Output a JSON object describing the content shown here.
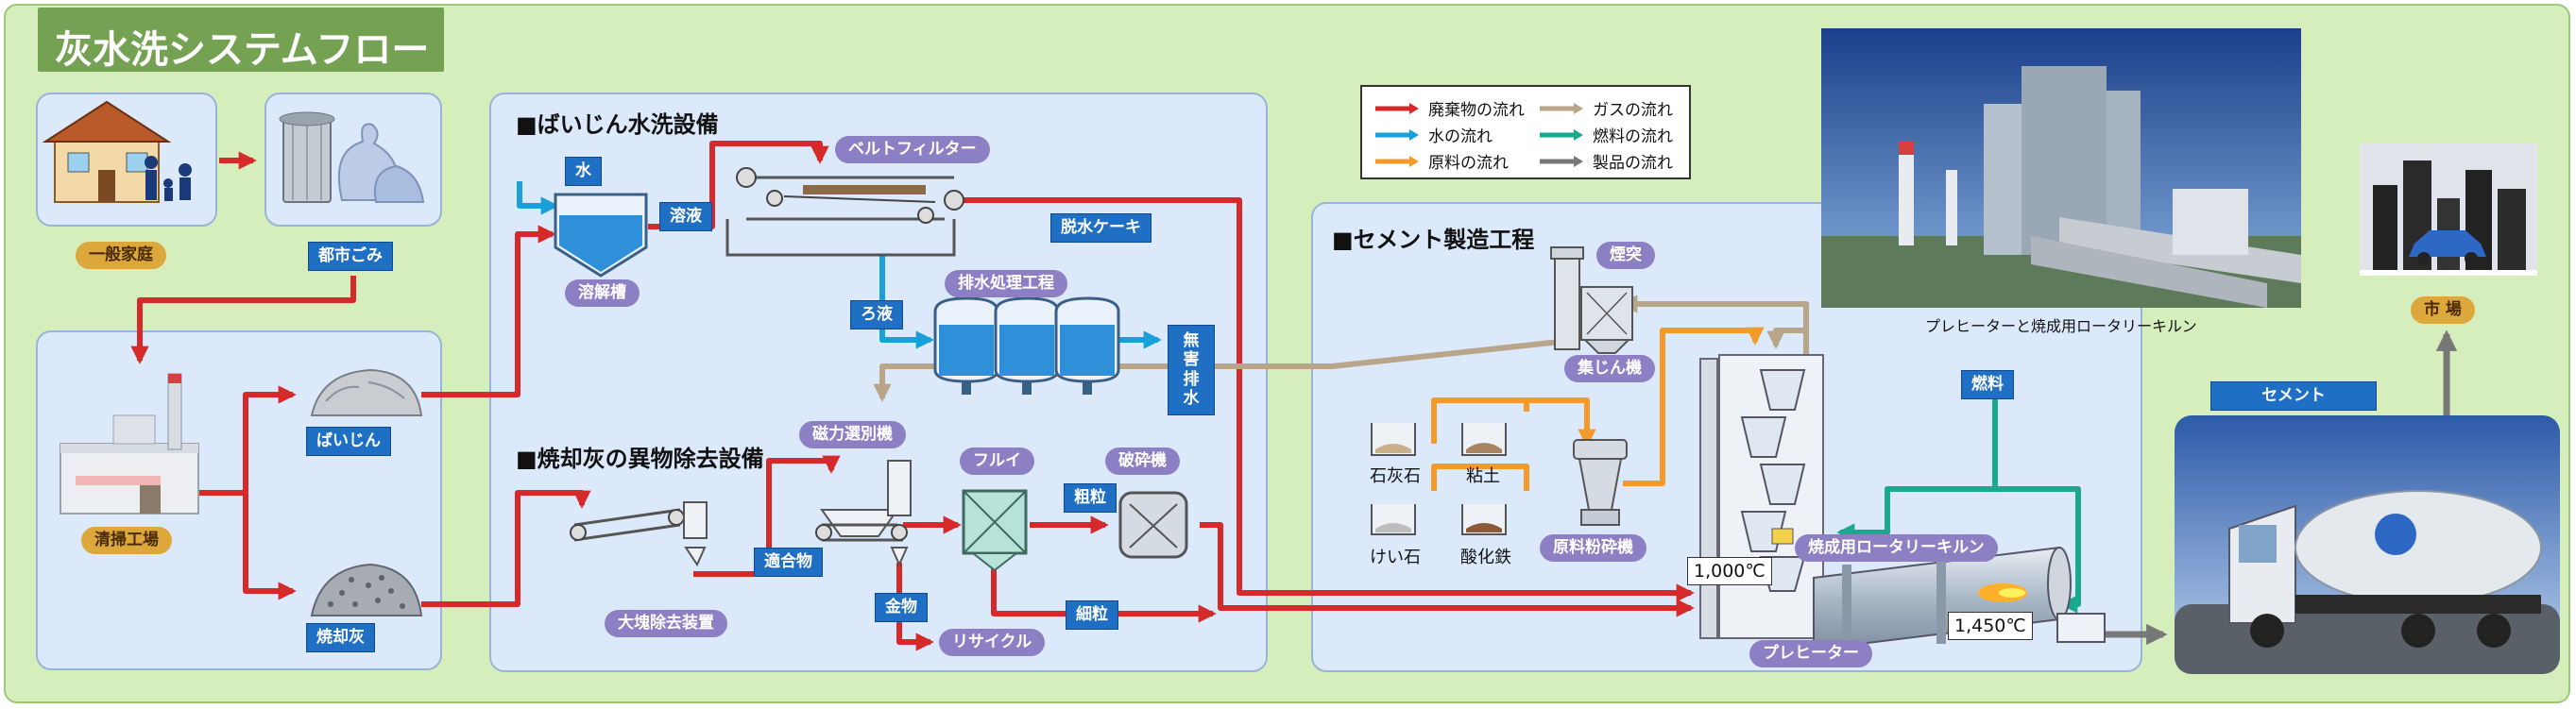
{
  "title": "灰水洗システムフロー",
  "sections": {
    "ash_wash": "■ばいじん水洗設備",
    "foreign_removal": "■焼却灰の異物除去設備",
    "cement": "■セメント製造工程"
  },
  "labels": {
    "household": "一般家庭",
    "garbage": "都市ごみ",
    "plant": "清掃工場",
    "fly_ash": "ばいじん",
    "incin_ash": "焼却灰",
    "water": "水",
    "dissolve_tank": "溶解槽",
    "solution": "溶液",
    "belt_filter": "ベルトフィルター",
    "dewatered_cake": "脱水ケーキ",
    "filtrate": "ろ液",
    "wastewater_process": "排水処理工程",
    "harmless_drain": "無害排水",
    "magnet_sep": "磁力選別機",
    "sieve": "フルイ",
    "crusher": "破砕機",
    "coarse": "粗粒",
    "fine": "細粒",
    "suitable": "適合物",
    "metal": "金物",
    "recycle": "リサイクル",
    "large_remover": "大塊除去装置",
    "chimney": "煙突",
    "dust_collector": "集じん機",
    "limestone": "石灰石",
    "clay": "粘土",
    "silica": "けい石",
    "iron_oxide": "酸化鉄",
    "raw_mill": "原料粉砕機",
    "preheater": "プレヒーター",
    "kiln": "焼成用ロータリーキルン",
    "fuel": "燃料",
    "temp1": "1,000℃",
    "temp2": "1,450℃",
    "cement": "セメント",
    "market": "市 場",
    "photo_caption": "プレヒーターと焼成用ロータリーキルン"
  },
  "legend": [
    {
      "label": "廃棄物の流れ",
      "color": "#d62a2a"
    },
    {
      "label": "ガスの流れ",
      "color": "#b8a58a"
    },
    {
      "label": "水の流れ",
      "color": "#1aa0d8"
    },
    {
      "label": "燃料の流れ",
      "color": "#1aa98e"
    },
    {
      "label": "原料の流れ",
      "color": "#f29a2a"
    },
    {
      "label": "製品の流れ",
      "color": "#777777"
    }
  ],
  "colors": {
    "waste": "#d62a2a",
    "water": "#1aa0d8",
    "raw": "#f29a2a",
    "gas": "#b8a58a",
    "fuel": "#1aa98e",
    "product": "#777777"
  }
}
